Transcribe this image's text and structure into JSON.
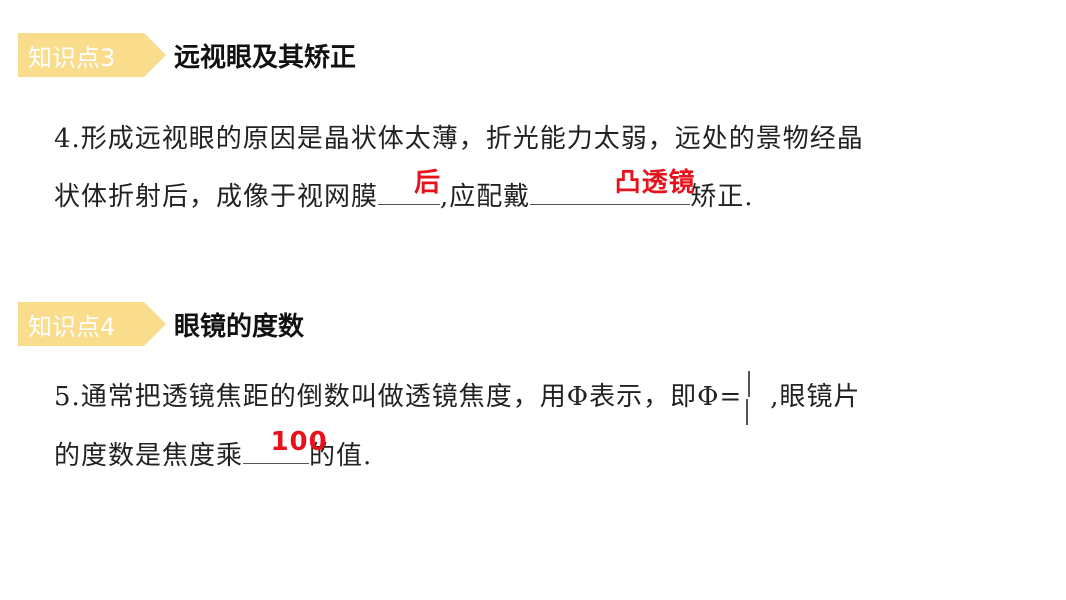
{
  "section3": {
    "tag": "知识点3",
    "title": "远视眼及其矫正"
  },
  "q4": {
    "line1": "4.形成远视眼的原因是晶状体太薄，折光能力太弱，远处的景物经晶",
    "line2_a": "状体折射后，成像于视网膜",
    "blank1_answer": "后",
    "line2_b": ",应配戴",
    "blank2_answer": "凸透镜",
    "line2_c": "矫正."
  },
  "section4": {
    "tag": "知识点4",
    "title": "眼镜的度数"
  },
  "q5": {
    "line1_a": "5.通常把透镜焦距的倒数叫做透镜焦度，用Φ表示，即Φ=",
    "line1_b": ",眼镜片",
    "line2_a": "的度数是焦度乘",
    "blank_answer": "100",
    "line2_b": "的值."
  },
  "colors": {
    "tag_fill": "#f9dc8c",
    "answer": "#e8121d"
  }
}
